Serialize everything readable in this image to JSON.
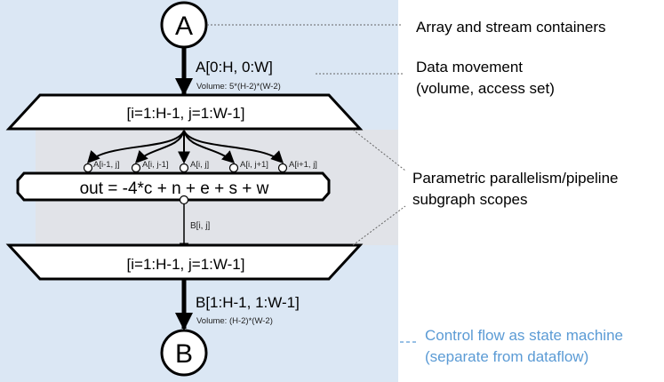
{
  "nodes": {
    "input_container": {
      "label": "A"
    },
    "output_container": {
      "label": "B"
    },
    "map_entry": {
      "label": "[i=1:H-1, j=1:W-1]"
    },
    "map_exit": {
      "label": "[i=1:H-1, j=1:W-1]"
    },
    "tasklet": {
      "label": "out = -4*c + n + e + s + w"
    }
  },
  "edges": {
    "input_memlet": {
      "subset": "A[0:H, 0:W]",
      "volume": "Volume: 5*(H-2)*(W-2)"
    },
    "output_memlet": {
      "subset": "B[1:H-1, 1:W-1]",
      "volume": "Volume: (H-2)*(W-2)"
    },
    "tasklet_out": {
      "label": "B[i, j]"
    },
    "tasklet_inputs": [
      "A[i-1, j]",
      "A[i, j-1]",
      "A[i, j]",
      "A[i, j+1]",
      "A[i+1, j]"
    ]
  },
  "legend": [
    {
      "text": "Array and stream containers",
      "color": "#000000"
    },
    {
      "text": "Data movement\n(volume, access set)",
      "color": "#000000"
    },
    {
      "text": "Parametric parallelism/pipeline\nsubgraph scopes",
      "color": "#000000"
    },
    {
      "text": "Control flow as state machine\n(separate from dataflow)",
      "color": "#5b9bd5"
    }
  ],
  "colors": {
    "state_background": "#dbe7f4",
    "scope_background": "#e1e3e8",
    "stroke": "#000000",
    "leader_dotted": "#666666",
    "leader_dashed": "#5b9bd5"
  }
}
